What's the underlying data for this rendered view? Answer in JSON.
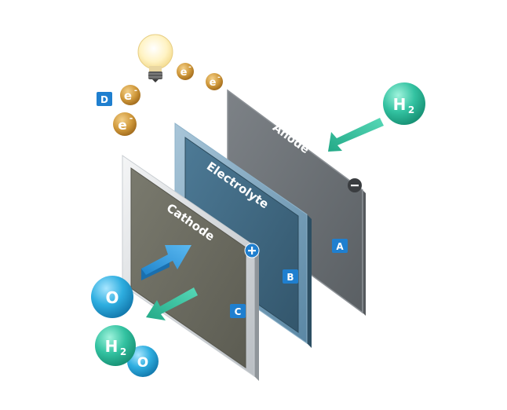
{
  "plates": {
    "anode": {
      "label": "Anode",
      "marker": "A",
      "terminal": "−"
    },
    "electrolyte": {
      "label": "Electrolyte",
      "marker": "B"
    },
    "cathode": {
      "label": "Cathode",
      "marker": "C",
      "terminal": "+"
    }
  },
  "electrons": {
    "marker": "D",
    "label": "e",
    "charge": "-"
  },
  "molecules": {
    "hydrogen_in": {
      "base": "H",
      "sub": "2"
    },
    "oxygen_a": {
      "label": "O"
    },
    "oxygen_b": {
      "label": "O"
    },
    "water_h": {
      "base": "H",
      "sub": "2"
    }
  },
  "icons": {
    "bulb": "lightbulb-icon",
    "arrow_h2": "arrow-left-icon",
    "arrow_o": "arrow-right-icon",
    "arrow_h2o": "arrow-left-icon"
  },
  "colors": {
    "anode_face": "#6b7074",
    "electrolyte_face": "#3f6b86",
    "cathode_face": "#6e6e62",
    "marker": "#1f7fcf",
    "electron": "#c98a2c",
    "hydrogen": "#2db89a",
    "oxygen": "#2aa7d8",
    "arrow_green": "#3cc6a5",
    "arrow_blue": "#2a93dd"
  }
}
